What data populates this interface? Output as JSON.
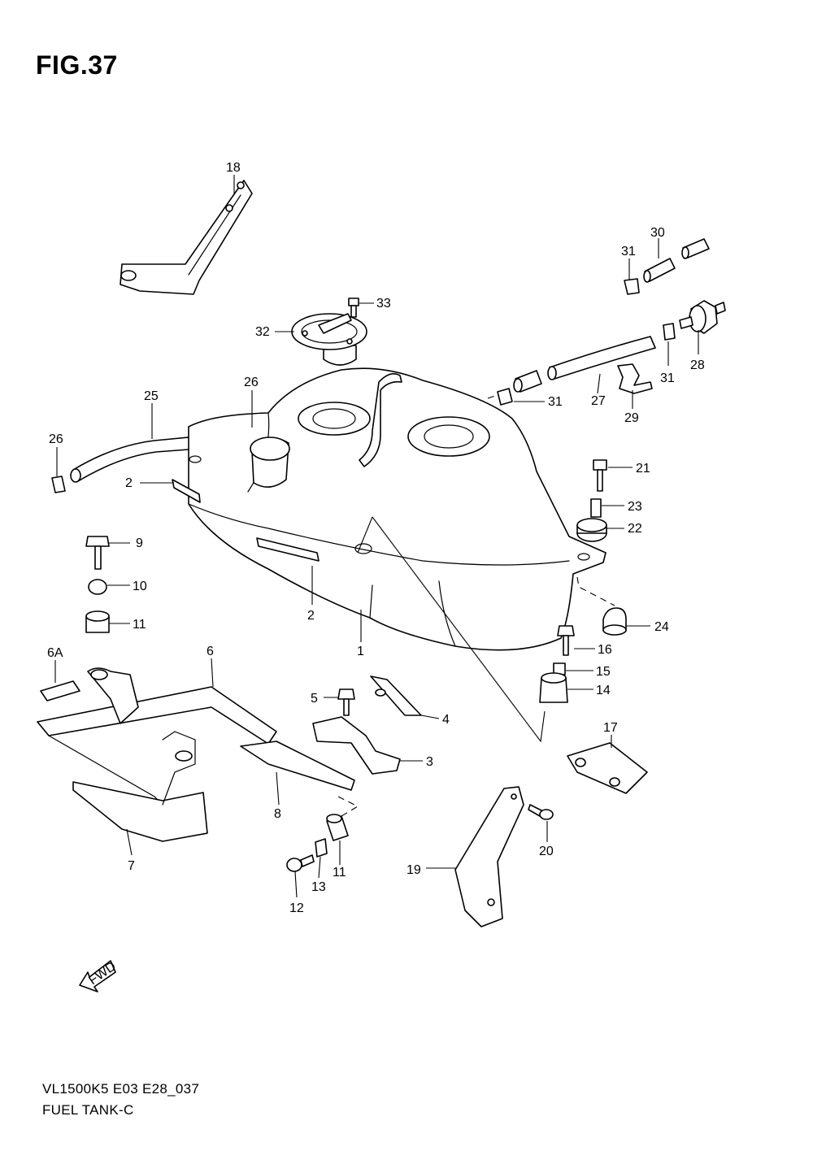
{
  "figure": {
    "title": "FIG.37",
    "model_code": "VL1500K5 E03 E28_037",
    "section_name": "FUEL TANK-C",
    "fwd_label": "FWD"
  },
  "callouts": {
    "c1": "1",
    "c2a": "2",
    "c2b": "2",
    "c3": "3",
    "c4": "4",
    "c5": "5",
    "c6": "6",
    "c6a": "6A",
    "c7": "7",
    "c8": "8",
    "c9": "9",
    "c10": "10",
    "c11a": "11",
    "c11b": "11",
    "c12": "12",
    "c13": "13",
    "c14": "14",
    "c15": "15",
    "c16": "16",
    "c17": "17",
    "c18": "18",
    "c19": "19",
    "c20": "20",
    "c21": "21",
    "c22": "22",
    "c23": "23",
    "c24": "24",
    "c25": "25",
    "c26a": "26",
    "c26b": "26",
    "c27": "27",
    "c28": "28",
    "c29": "29",
    "c30": "30",
    "c31a": "31",
    "c31b": "31",
    "c31c": "31",
    "c32": "32",
    "c33": "33"
  }
}
